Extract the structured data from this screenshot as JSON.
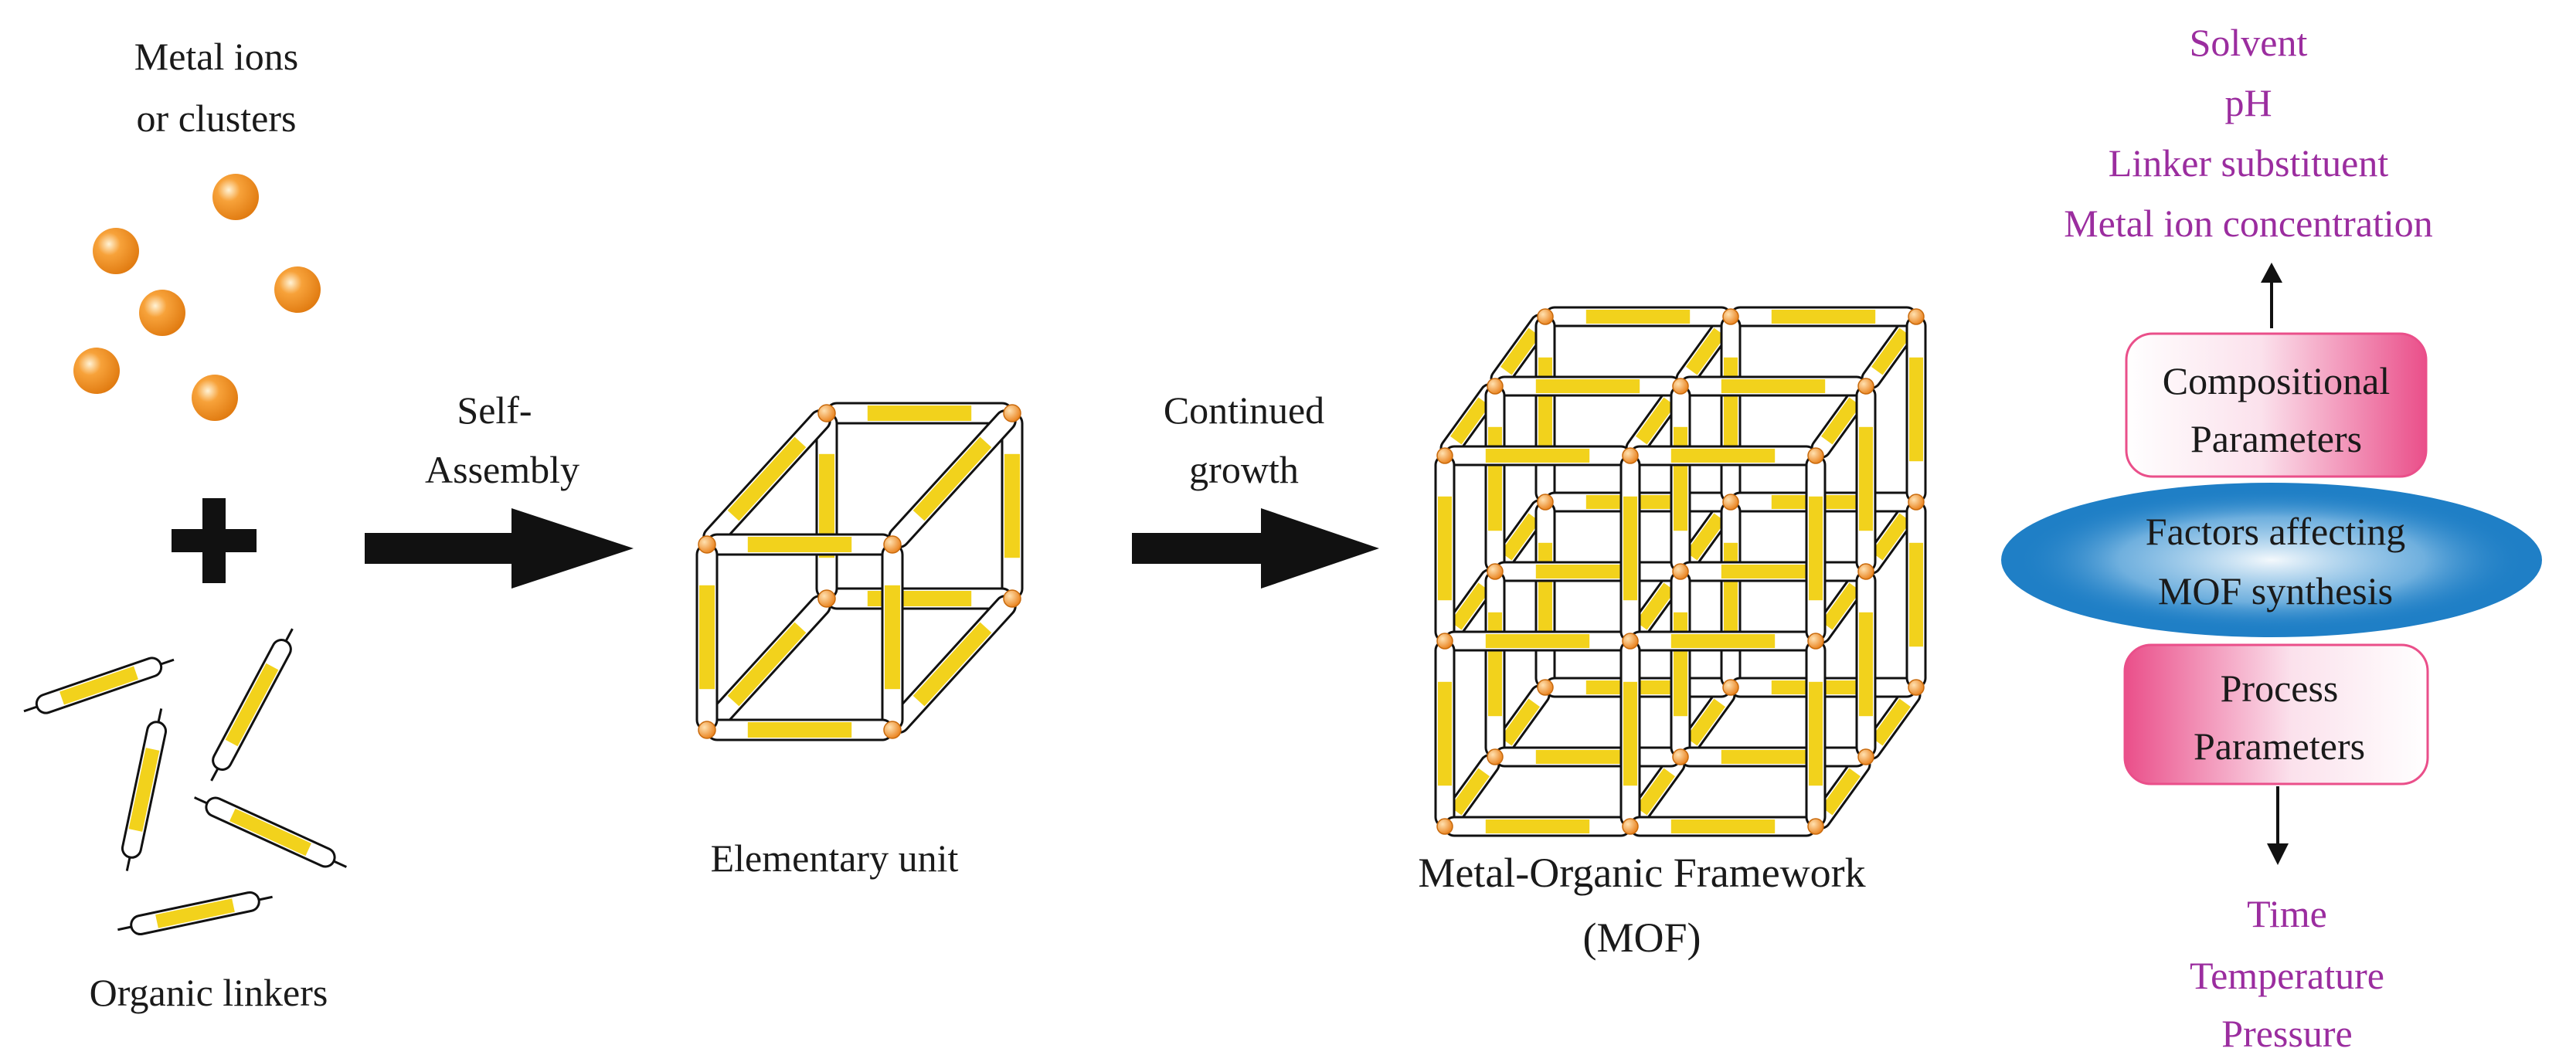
{
  "labels": {
    "metal_ions_line1": "Metal ions",
    "metal_ions_line2": "or clusters",
    "organic_linkers": "Organic linkers",
    "self_assembly_line1": "Self-",
    "self_assembly_line2": "Assembly",
    "elementary_unit": "Elementary unit",
    "continued_growth_line1": "Continued",
    "continued_growth_line2": "growth",
    "mof_line1": "Metal-Organic Framework",
    "mof_line2": "(MOF)"
  },
  "factors": {
    "center_line1": "Factors affecting",
    "center_line2": "MOF synthesis",
    "compositional_line1": "Compositional",
    "compositional_line2": "Parameters",
    "process_line1": "Process",
    "process_line2": "Parameters",
    "compositional_items": [
      "Solvent",
      "pH",
      "Linker substituent",
      "Metal ion concentration"
    ],
    "process_items": [
      "Time",
      "Temperature",
      "Pressure"
    ]
  },
  "colors": {
    "metal_orange": "#f28c1c",
    "linker_yellow": "#f2d21c",
    "arrow_black": "#111111",
    "text_purple": "#9b2d9f",
    "ellipse_blue": "#1f7fc6",
    "box_pink": "#ea4f8a"
  }
}
